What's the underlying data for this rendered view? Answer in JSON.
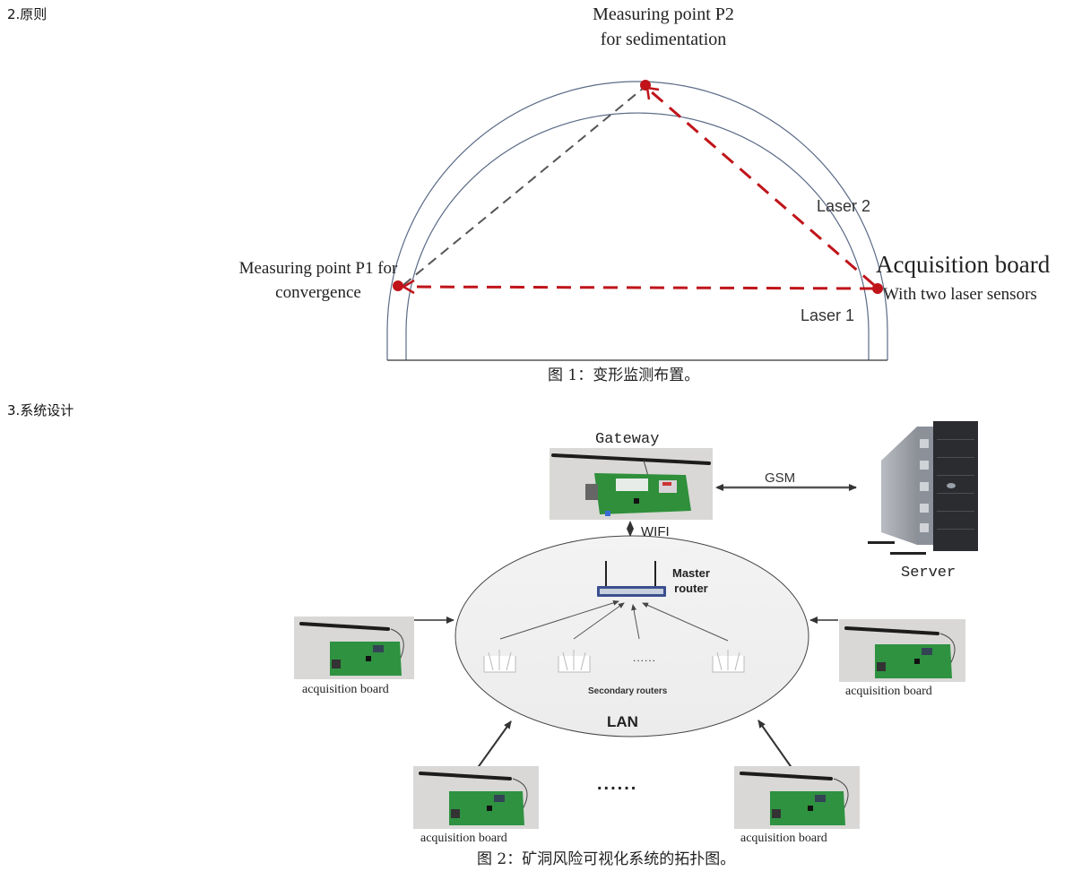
{
  "sections": {
    "principle_heading": "2.原则",
    "system_design_heading": "3.系统设计"
  },
  "figure1": {
    "caption": "图 1：变形监测布置。",
    "p2_label_line1": "Measuring point P2",
    "p2_label_line2": "for sedimentation",
    "p1_label_line1": "Measuring point P1 for",
    "p1_label_line2": "convergence",
    "board_label_line1": "Acquisition board",
    "board_label_line2": "With two laser sensors",
    "laser1_label": "Laser 1",
    "laser2_label": "Laser 2",
    "colors": {
      "laser": "#c0141a",
      "reference": "#555555",
      "arch": "#5a6a86"
    }
  },
  "figure2": {
    "caption": "图 2：矿洞风险可视化系统的拓扑图。",
    "gateway_label": "Gateway",
    "server_label": "Server",
    "gsm_label": "GSM",
    "wifi_label": "WIFI",
    "master_router_line1": "Master",
    "master_router_line2": "router",
    "secondary_routers_label": "Secondary routers",
    "secondary_ellipsis": "......",
    "lan_label": "LAN",
    "bottom_ellipsis": "......",
    "acquisition_boards": [
      {
        "label": "acquisition board"
      },
      {
        "label": "acquisition board"
      },
      {
        "label": "acquisition board"
      },
      {
        "label": "acquisition board"
      }
    ]
  }
}
